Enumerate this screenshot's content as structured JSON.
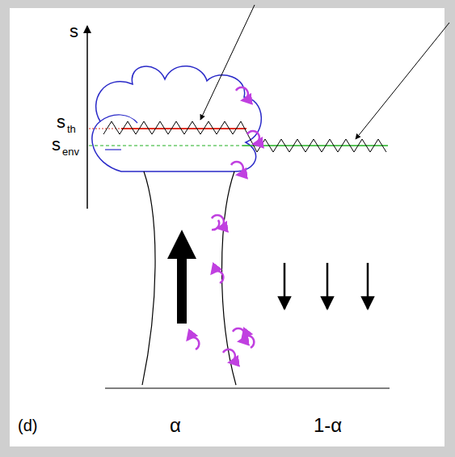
{
  "diagram": {
    "labels": [
      "s",
      "s",
      "th",
      "s",
      "env",
      "α",
      "1-α",
      "(d)"
    ]
  }
}
